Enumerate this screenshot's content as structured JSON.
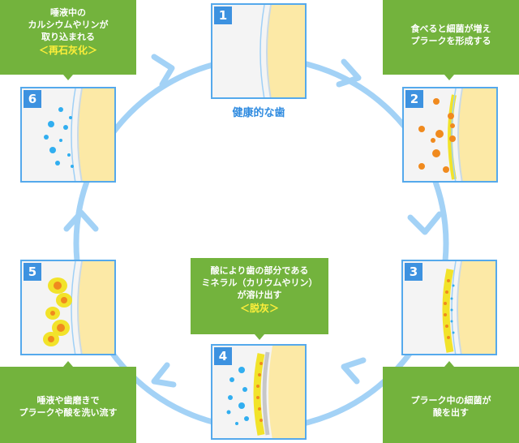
{
  "steps": [
    {
      "num": "1",
      "name": "healthy-tooth"
    },
    {
      "num": "2",
      "name": "plaque-forms"
    },
    {
      "num": "3",
      "name": "bacteria-acid"
    },
    {
      "num": "4",
      "name": "demineralization"
    },
    {
      "num": "5",
      "name": "saliva-brushing"
    },
    {
      "num": "6",
      "name": "remineralization"
    }
  ],
  "labels": {
    "healthy": "健康的な歯"
  },
  "callouts": {
    "step2": {
      "line1": "食べると細菌が増え",
      "line2": "プラークを形成する"
    },
    "step3": {
      "line1": "プラーク中の細菌が",
      "line2": "酸を出す"
    },
    "step4": {
      "line1": "酸により歯の部分である",
      "line2": "ミネラル（カリウムやリン）",
      "line3": "が溶け出す",
      "stage": "＜脱灰＞"
    },
    "step5": {
      "line1": "唾液や歯磨きで",
      "line2": "プラークや酸を洗い流す"
    },
    "step6": {
      "line1": "唾液中の",
      "line2": "カルシウムやリンが",
      "line3": "取り込まれる",
      "stage": "＜再石灰化＞"
    }
  },
  "colors": {
    "cycle": "#9fd0f6",
    "panel_border": "#55a9ec",
    "callout_bg": "#73b33d",
    "stage_text": "#ffef3a",
    "tooth": "#fce9a6",
    "plaque": "#f2e32a",
    "bacteria": "#f08a1e",
    "mineral": "#31aef0"
  }
}
